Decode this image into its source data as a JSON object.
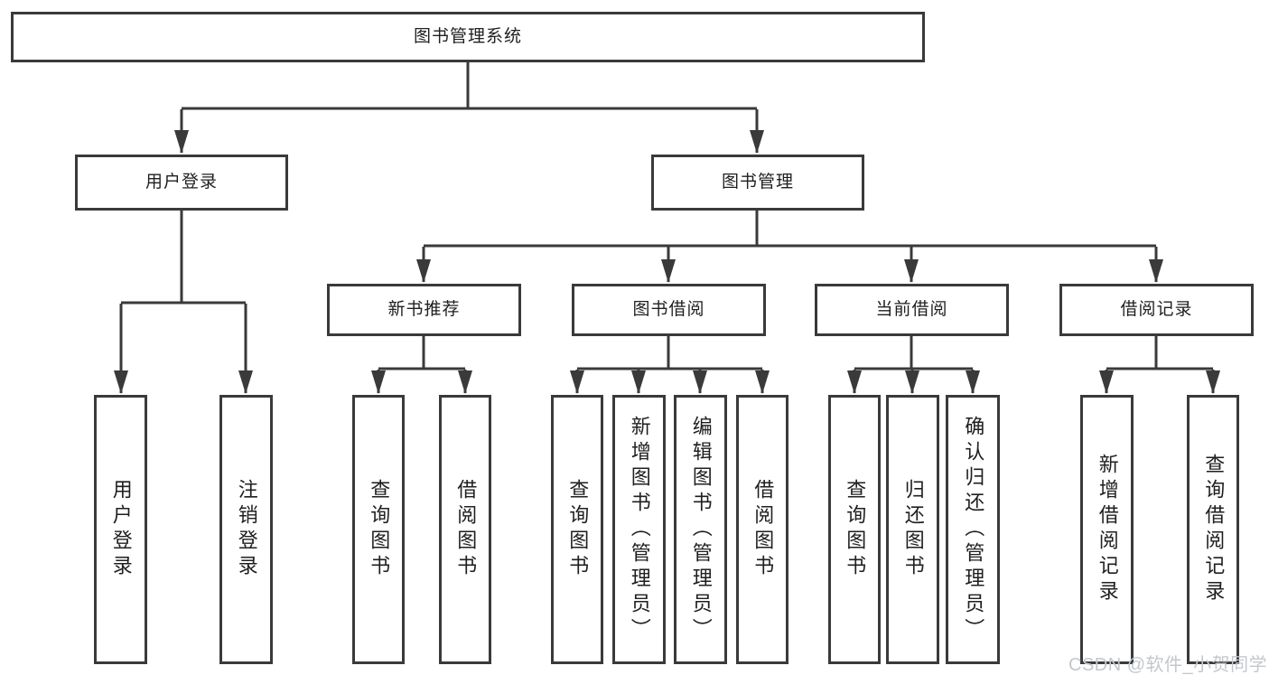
{
  "colors": {
    "line": "#3a3a3a",
    "text": "#1f1f1f",
    "background": "#ffffff",
    "watermark": "#c3c8cd"
  },
  "nodes": {
    "root": "图书管理系统",
    "level2": [
      {
        "label": "用户登录"
      },
      {
        "label": "图书管理"
      }
    ],
    "level3": [
      {
        "label": "新书推荐"
      },
      {
        "label": "图书借阅"
      },
      {
        "label": "当前借阅"
      },
      {
        "label": "借阅记录"
      }
    ],
    "login_children": [
      "用户登录",
      "注销登录"
    ],
    "recommend_children": [
      "查询图书",
      "借阅图书"
    ],
    "borrow_children": [
      "查询图书",
      "新增图书（管理员）",
      "编辑图书（管理员）",
      "借阅图书"
    ],
    "current_children": [
      "查询图书",
      "归还图书",
      "确认归还（管理员）"
    ],
    "records_children": [
      "新增借阅记录",
      "查询借阅记录"
    ]
  },
  "watermark": "CSDN @软件_小贺同学"
}
